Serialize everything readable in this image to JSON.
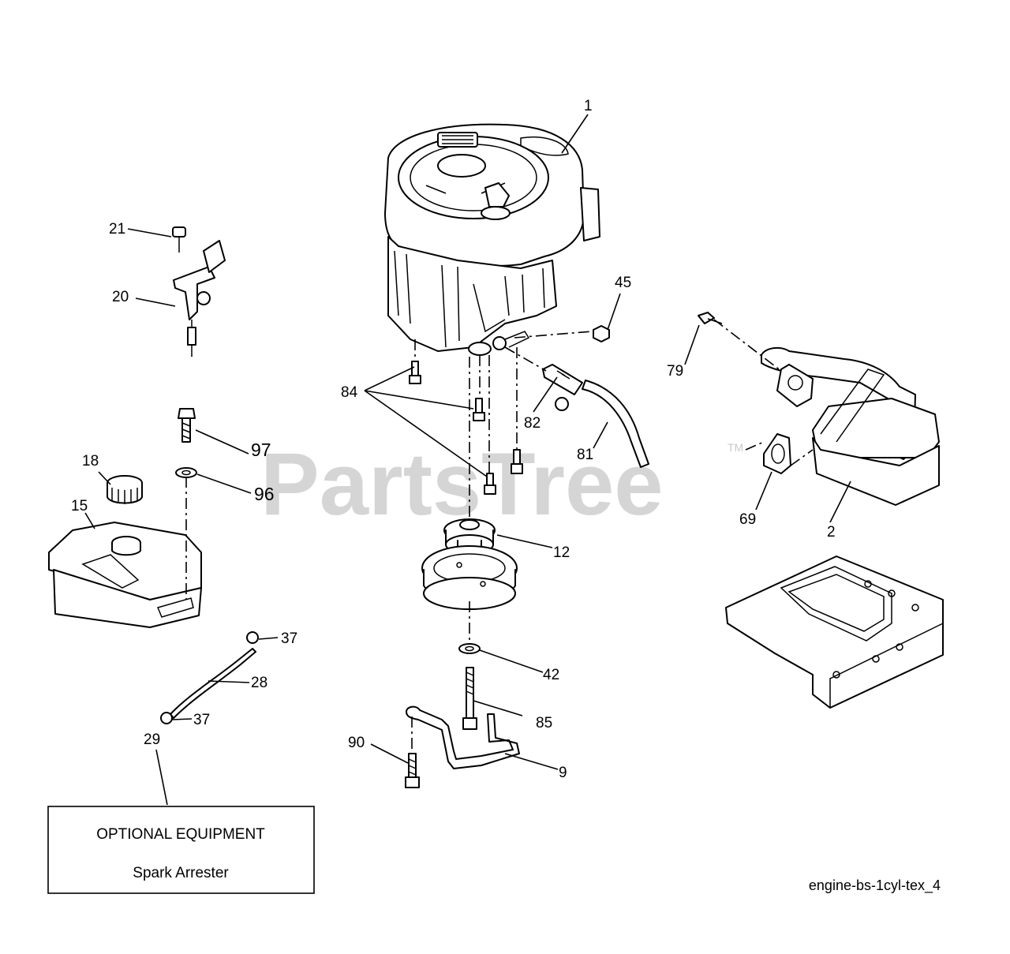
{
  "watermark": {
    "text": "PartsTree",
    "trademark": "TM"
  },
  "callouts": {
    "c1": "1",
    "c2": "2",
    "c9": "9",
    "c12": "12",
    "c15": "15",
    "c18": "18",
    "c20": "20",
    "c21": "21",
    "c28": "28",
    "c29": "29",
    "c37a": "37",
    "c37b": "37",
    "c42": "42",
    "c45": "45",
    "c69": "69",
    "c79": "79",
    "c81": "81",
    "c82": "82",
    "c84": "84",
    "c85": "85",
    "c90": "90",
    "c96": "96",
    "c97": "97"
  },
  "optional_box": {
    "title": "OPTIONAL EQUIPMENT",
    "item": "Spark Arrester"
  },
  "reference_code": "engine-bs-1cyl-tex_4"
}
